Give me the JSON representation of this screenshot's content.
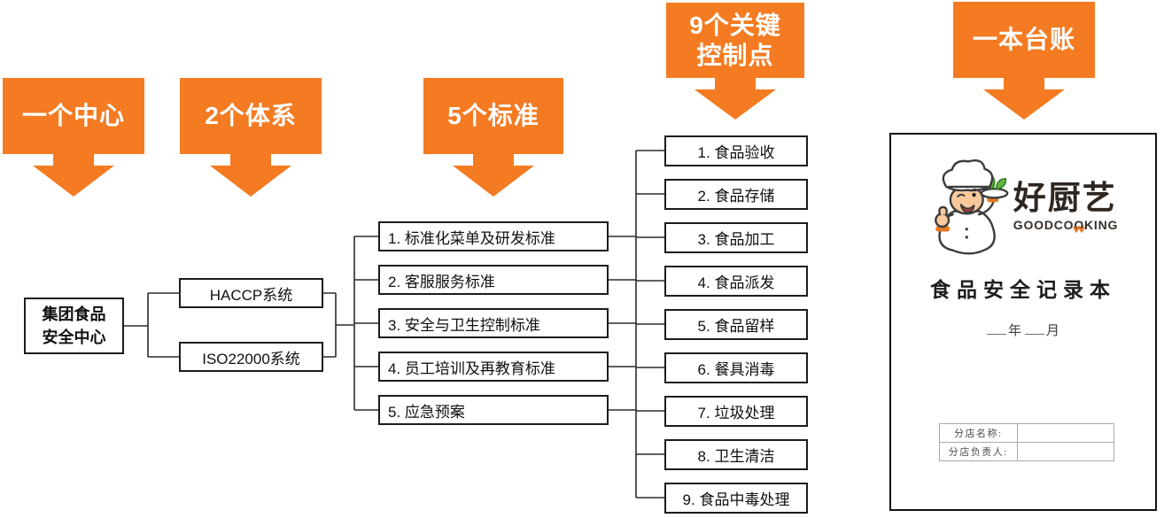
{
  "colors": {
    "accent_orange": "#F47B22",
    "box_border": "#1c1c1c",
    "leaf_green": "#4FA32B"
  },
  "banners": [
    {
      "line1": "一个中心",
      "line2": ""
    },
    {
      "line1": "2个体系",
      "line2": ""
    },
    {
      "line1": "5个标准",
      "line2": ""
    },
    {
      "line1": "9个关键",
      "line2": "控制点"
    },
    {
      "line1": "一本台账",
      "line2": ""
    }
  ],
  "tree": {
    "root": {
      "line1": "集团食品",
      "line2": "安全中心"
    },
    "systems": [
      "HACCP系统",
      "ISO22000系统"
    ],
    "standards": [
      "1. 标准化菜单及研发标准",
      "2. 客服服务标准",
      "3. 安全与卫生控制标准",
      "4. 员工培训及再教育标准",
      "5. 应急预案"
    ],
    "control_points": [
      "1. 食品验收",
      "2. 食品存储",
      "3. 食品加工",
      "4. 食品派发",
      "5. 食品留样",
      "6. 餐具消毒",
      "7. 垃圾处理",
      "8. 卫生清洁",
      "9. 食品中毒处理"
    ]
  },
  "ledger": {
    "brand_cn": "好厨艺",
    "brand_en": "GOODCOOKING",
    "title": "食品安全记录本",
    "year_label": "年",
    "month_label": "月",
    "fields": [
      "分店名称:",
      "分店负责人:"
    ]
  }
}
